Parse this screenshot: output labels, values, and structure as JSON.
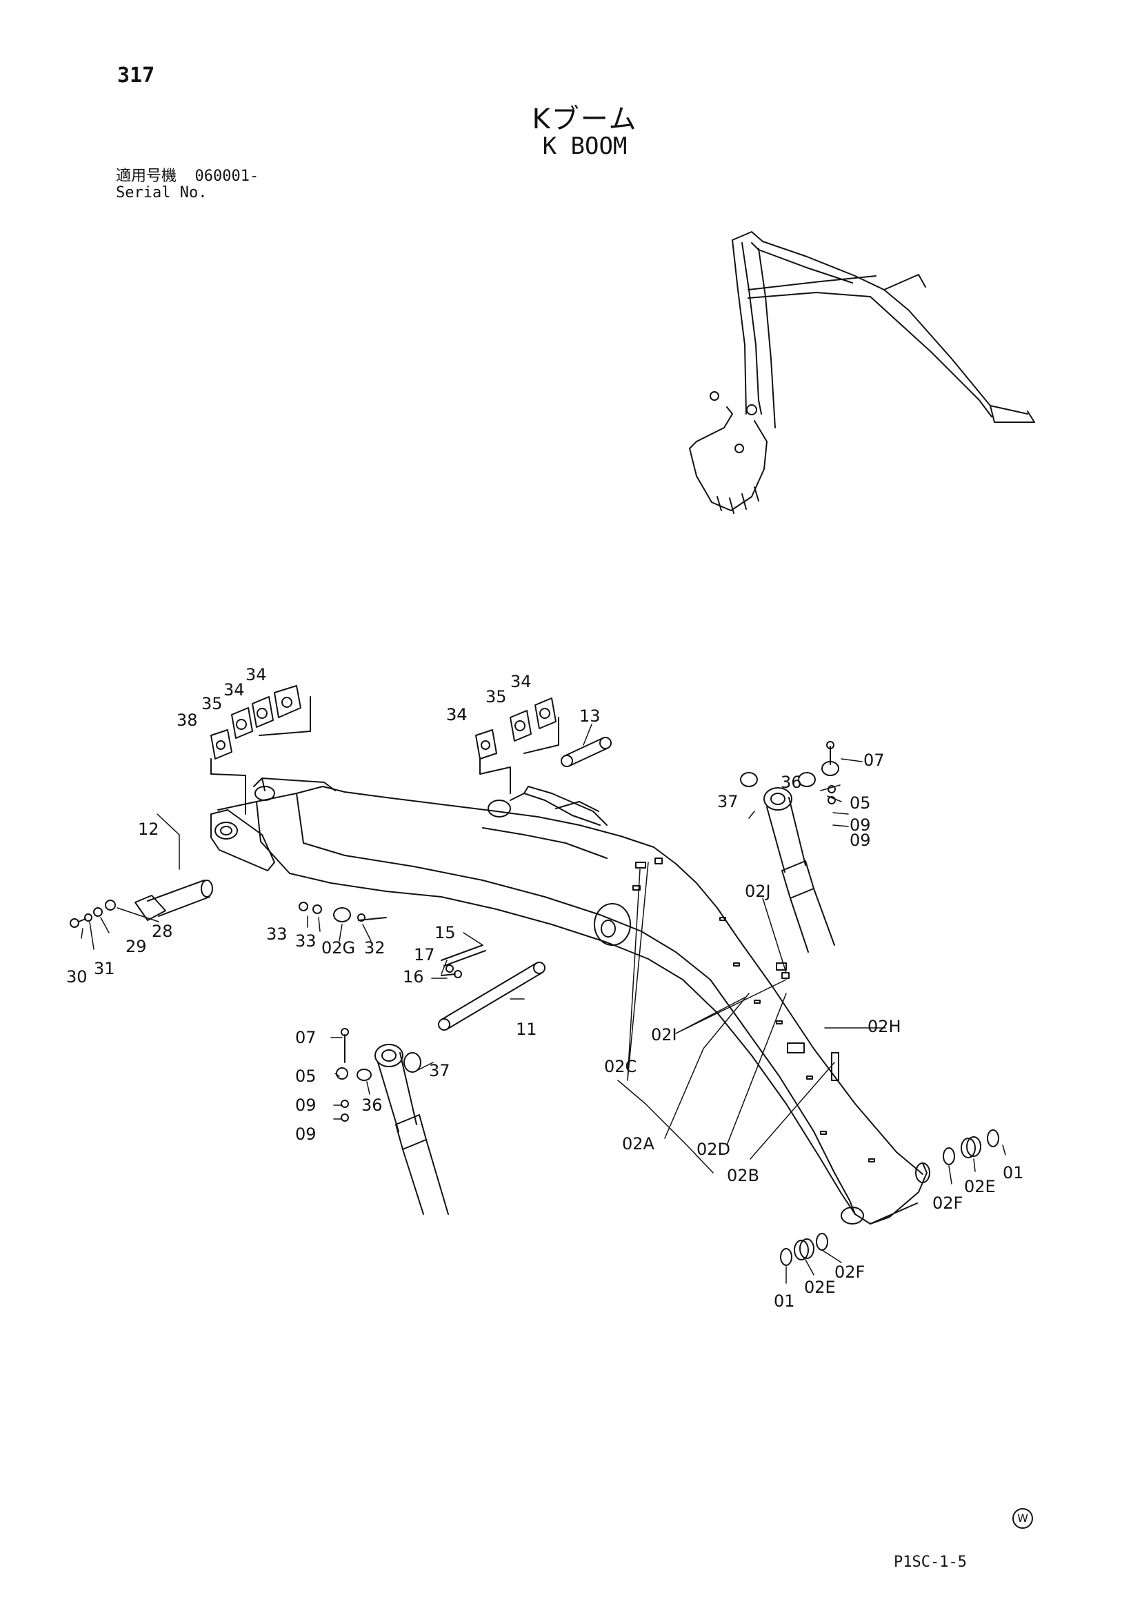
{
  "page_number": "317",
  "title_ja": "Kブーム",
  "title_en": "K BOOM",
  "serial": {
    "label_ja": "適用号機",
    "value": "060001-",
    "label_en": "Serial No."
  },
  "callouts": [
    "34",
    "34",
    "35",
    "34",
    "38",
    "34",
    "35",
    "34",
    "13",
    "12",
    "07",
    "36",
    "05",
    "37",
    "09",
    "09",
    "28",
    "29",
    "30",
    "31",
    "33",
    "33",
    "02G",
    "32",
    "15",
    "17",
    "16",
    "02J",
    "11",
    "02H",
    "02I",
    "07",
    "05",
    "09",
    "09",
    "36",
    "37",
    "02C",
    "02A",
    "02D",
    "02B",
    "01",
    "02E",
    "02F",
    "02F",
    "02E",
    "01"
  ],
  "footer_code": "P1SC-1-5",
  "watermark": "W"
}
